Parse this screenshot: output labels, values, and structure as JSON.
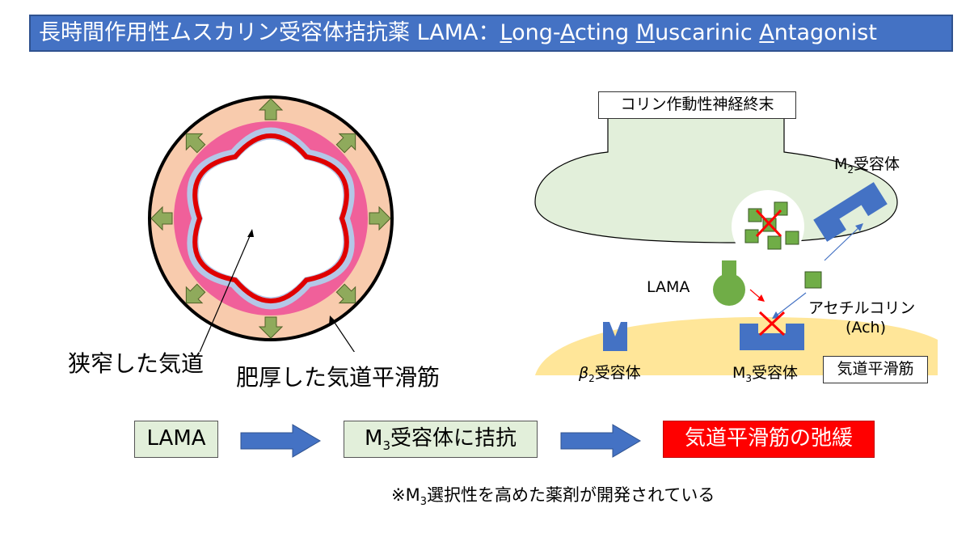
{
  "title": {
    "segments": [
      {
        "text": "長時間作用性ムスカリン受容体拮抗薬 LAMA：",
        "u": false
      },
      {
        "text": "L",
        "u": true
      },
      {
        "text": "ong-",
        "u": false
      },
      {
        "text": "A",
        "u": true
      },
      {
        "text": "cting ",
        "u": false
      },
      {
        "text": "M",
        "u": true
      },
      {
        "text": "uscarinic ",
        "u": false
      },
      {
        "text": "A",
        "u": true
      },
      {
        "text": "ntagonist",
        "u": false
      }
    ]
  },
  "airway": {
    "narrowed_label": "狭窄した気道",
    "thickened_label": "肥厚した気道平滑筋"
  },
  "synapse": {
    "nerve_terminal_label": "コリン作動性神経終末",
    "m2_label": {
      "main": "M",
      "sub": "2",
      "rest": "受容体"
    },
    "lama_label": "LAMA",
    "ach_label_line1": "アセチルコリン",
    "ach_label_line2": "(Ach)",
    "beta2_label": {
      "main": "β",
      "sub": "2",
      "rest": "受容体"
    },
    "m3_label": {
      "main": "M",
      "sub": "3",
      "rest": "受容体"
    },
    "smooth_muscle_label": "気道平滑筋"
  },
  "flow": {
    "step1": "LAMA",
    "step2": {
      "main": "M",
      "sub": "3",
      "rest": "受容体に拮抗"
    },
    "step3": "気道平滑筋の弛緩"
  },
  "footnote": {
    "prefix": "※M",
    "sub": "3",
    "rest": "選択性を高めた薬剤が開発されている"
  },
  "colors": {
    "title_bg": "#4472c4",
    "muscle_pink": "#f0609a",
    "outer_ring": "#f8cbad",
    "mucosa_blue": "#b4c7e7",
    "arrow_green": "#8faa5c",
    "ach_green": "#70ad47",
    "receptor_blue": "#4472c4",
    "nerve_fill": "#e2efda",
    "muscle_yellow": "#ffe699",
    "relax_red": "#ff0000"
  }
}
